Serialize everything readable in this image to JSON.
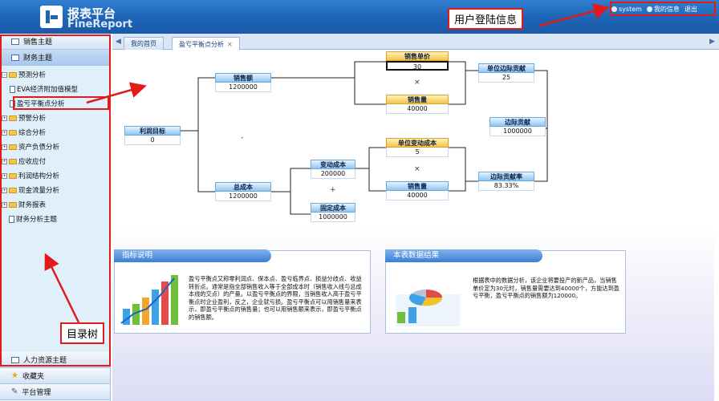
{
  "header": {
    "logo_cn": "报表平台",
    "logo_en": "FineReport",
    "user_name": "system",
    "my_info": "我的信息",
    "logout": "退出"
  },
  "annotations": {
    "user_login_info": "用户登陆信息",
    "directory_tree": "目录树"
  },
  "sidebar": {
    "top_sections": [
      "销售主题",
      "财务主题"
    ],
    "tree": [
      {
        "label": "预测分析",
        "type": "folder",
        "level": 0,
        "expanded": true
      },
      {
        "label": "EVA经济附加值模型",
        "type": "doc",
        "level": 1
      },
      {
        "label": "盈亏平衡点分析",
        "type": "doc",
        "level": 1
      },
      {
        "label": "预警分析",
        "type": "folder",
        "level": 0
      },
      {
        "label": "综合分析",
        "type": "folder",
        "level": 0
      },
      {
        "label": "资产负债分析",
        "type": "folder",
        "level": 0
      },
      {
        "label": "应收应付",
        "type": "folder",
        "level": 0
      },
      {
        "label": "利润结构分析",
        "type": "folder",
        "level": 0
      },
      {
        "label": "现金流量分析",
        "type": "folder",
        "level": 0
      },
      {
        "label": "财务报表",
        "type": "folder",
        "level": 0
      },
      {
        "label": "财务分析主题",
        "type": "doc",
        "level": 0
      }
    ],
    "bottom_sections": [
      "人力资源主题",
      "收藏夹",
      "平台管理"
    ]
  },
  "tabs": [
    {
      "label": "我的首页",
      "active": false
    },
    {
      "label": "盈亏平衡点分析",
      "active": true
    }
  ],
  "report": {
    "profit_target": {
      "label": "利润目标",
      "value": "0"
    },
    "sales": {
      "label": "销售额",
      "value": "1200000"
    },
    "unit_price": {
      "label": "销售单价",
      "value": "30"
    },
    "sales_qty_top": {
      "label": "销售量",
      "value": "40000"
    },
    "unit_margin": {
      "label": "单位边际贡献",
      "value": "25"
    },
    "margin": {
      "label": "边际贡献",
      "value": "1000000"
    },
    "total_cost": {
      "label": "总成本",
      "value": "1200000"
    },
    "var_cost": {
      "label": "变动成本",
      "value": "200000"
    },
    "unit_var_cost": {
      "label": "单位变动成本",
      "value": "5"
    },
    "sales_qty_bottom": {
      "label": "销售量",
      "value": "40000"
    },
    "fixed_cost": {
      "label": "固定成本",
      "value": "1000000"
    },
    "margin_rate": {
      "label": "边际贡献率",
      "value": "83.33%"
    },
    "op_minus": "-",
    "op_times_top": "×",
    "op_times_bottom": "×",
    "op_plus": "+"
  },
  "panels": {
    "left": {
      "title": "指标说明",
      "text": "盈亏平衡点又称零利润点、保本点、盈亏临界点、损益分歧点、收益转折点。通常是指全部销售收入等于全部成本时（销售收入线与总成本线的交点）的产量。以盈亏平衡点的界限，当销售收入高于盈亏平衡点时企业盈利，反之，企业就亏损。盈亏平衡点可以用销售量来表示，即盈亏平衡点的销售量；也可以用销售额来表示，即盈亏平衡点的销售额。"
    },
    "right": {
      "title": "本表数据结果",
      "text": "根据表中的数据分析，该企业将要投产的新产品，当销售单价定为30元时，销售量需要达到40000个，方能达到盈亏平衡，盈亏平衡点的销售额为120000。"
    }
  }
}
